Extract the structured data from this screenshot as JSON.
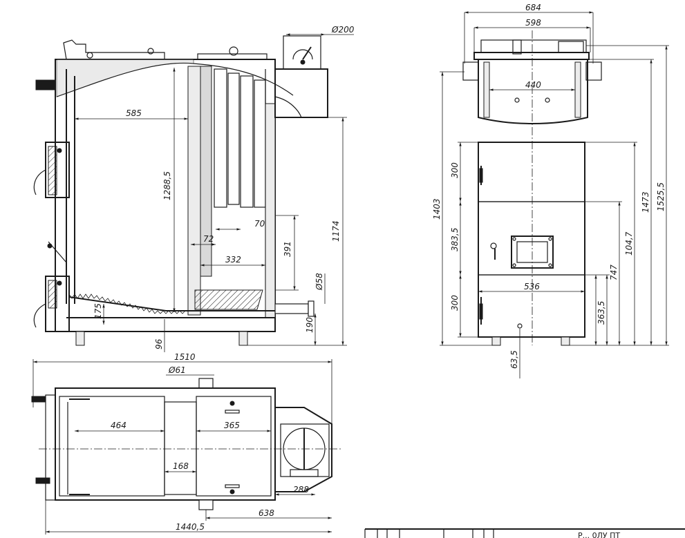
{
  "dimensions": {
    "side_585": "585",
    "side_1288": "1288,5",
    "side_70": "70",
    "side_72": "72",
    "side_391": "391",
    "side_332": "332",
    "side_1174": "1174",
    "side_d200": "Ø200",
    "side_d58": "Ø58",
    "side_175": "175",
    "side_96": "96",
    "side_190": "190",
    "front_684": "684",
    "front_598": "598",
    "front_440": "440",
    "front_1403": "1403",
    "front_300_top": "300",
    "front_383": "383,5",
    "front_300_bot": "300",
    "front_536": "536",
    "front_1047": "104,7",
    "front_747": "747",
    "front_363": "363,5",
    "front_1473": "1473",
    "front_1525": "1525,5",
    "front_63": "63,5",
    "top_1510": "1510",
    "top_d61": "Ø61",
    "top_464": "464",
    "top_365": "365",
    "top_168": "168",
    "top_288": "288",
    "top_638": "638",
    "top_1440": "1440,5"
  },
  "title_block": {
    "partial_text": "Р... 0ЛУ ПТ"
  },
  "colors": {
    "line": "#1a1a1a",
    "background": "#ffffff",
    "shade": "#d9d9d9"
  }
}
